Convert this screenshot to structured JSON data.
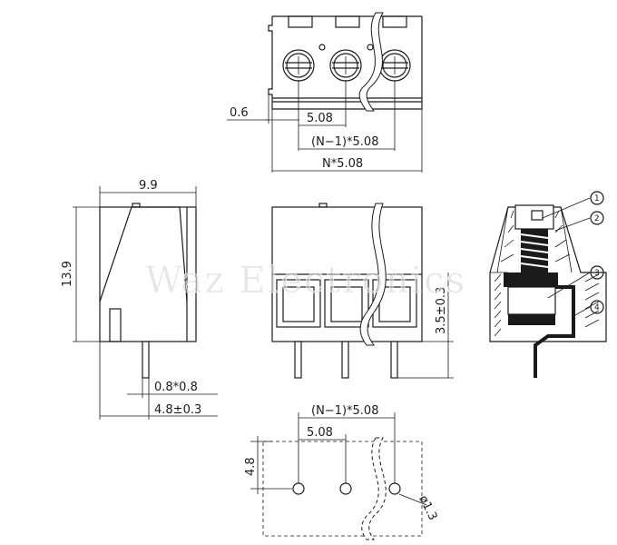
{
  "dimensions": {
    "top_offset": "0.6",
    "top_pitch": "5.08",
    "top_pitch_n1": "(N−1)*5.08",
    "top_total": "N*5.08",
    "side_width": "9.9",
    "side_height": "13.9",
    "pin_size": "0.8*0.8",
    "pin_offset": "4.8±0.3",
    "pin_length": "3.5±0.3",
    "pcb_pitch_n1": "(N−1)*5.08",
    "pcb_pitch": "5.08",
    "pcb_row": "4.8",
    "hole_dia": "ø1.3"
  },
  "callouts": [
    "1",
    "2",
    "3",
    "4"
  ],
  "watermark": "Waz Electronics"
}
